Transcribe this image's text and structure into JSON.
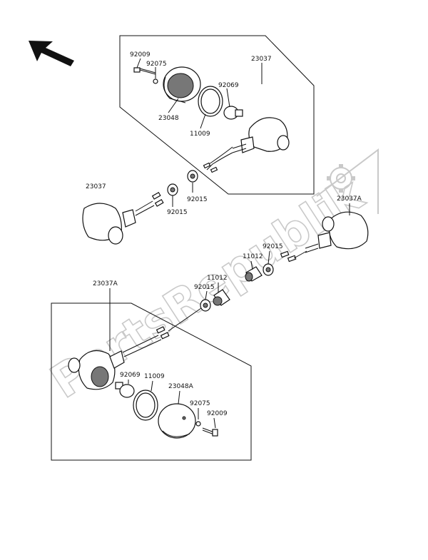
{
  "watermark": {
    "text": "PartsRepublik"
  },
  "upper_assembly": {
    "labels": {
      "p92009": "92009",
      "p92075": "92075",
      "p23037": "23037",
      "p92069": "92069",
      "p23048": "23048",
      "p11009": "11009"
    }
  },
  "middle": {
    "labels": {
      "p23037_left": "23037",
      "p92015_a": "92015",
      "p92015_b": "92015",
      "p23037A_right": "23037A",
      "p92015_c": "92015",
      "p11012_a": "11012",
      "p11012_b": "11012",
      "p92015_d": "92015"
    }
  },
  "lower_assembly": {
    "labels": {
      "p23037A": "23037A",
      "p92069": "92069",
      "p11009": "11009",
      "p23048A": "23048A",
      "p92075": "92075",
      "p92009": "92009"
    }
  },
  "colors": {
    "line": "#111111",
    "watermark": "#c9c9c9",
    "shade": "#777777"
  },
  "icons": [
    "direction-arrow-icon",
    "gear-icon"
  ]
}
